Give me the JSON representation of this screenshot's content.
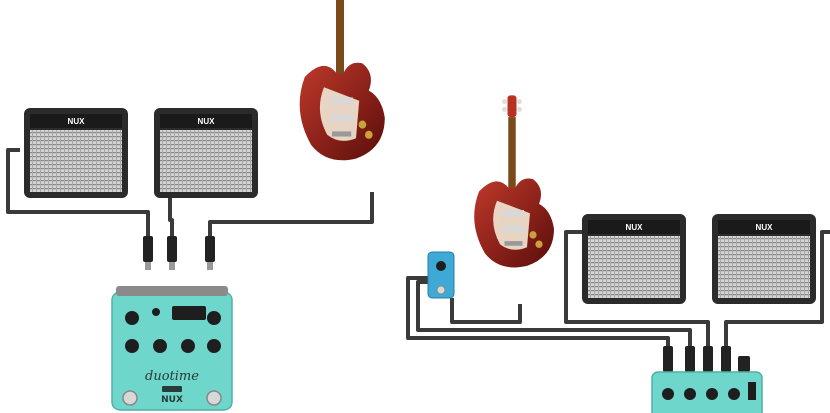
{
  "amps": {
    "brand": "NUX"
  },
  "pedal": {
    "model": "duotime",
    "brand": "NUX"
  },
  "colors": {
    "cable": "#3a3a3a",
    "amp_body": "#2b2b2b",
    "amp_grill": "#bdbdbd",
    "pedal_body": "#6fd6cc",
    "guitar_body": "#8b1a14",
    "guitar_neck": "#7a4a1c",
    "mini_pedal": "#3fa9d6"
  },
  "icons": [
    "amp-icon",
    "guitar-icon",
    "delay-pedal-icon",
    "mini-pedal-icon",
    "cable-plug-icon"
  ]
}
